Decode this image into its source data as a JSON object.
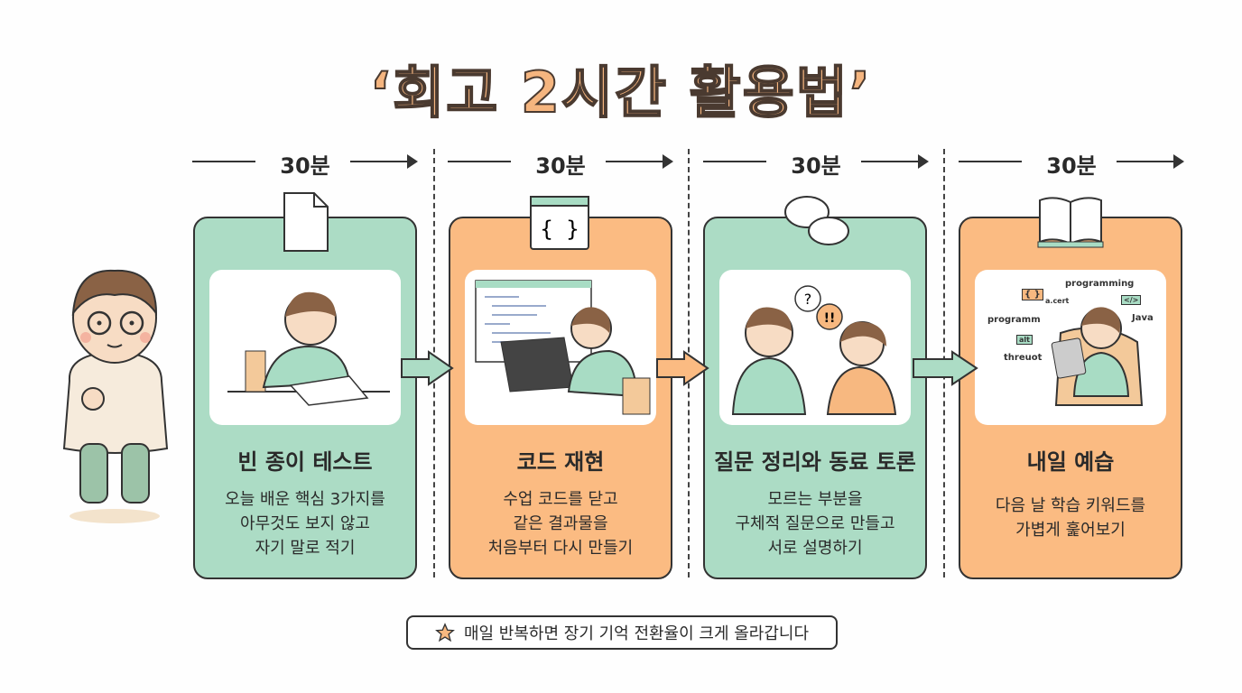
{
  "title": "‘회고 2시간 활용법’",
  "steps": [
    {
      "duration": "30분",
      "title": "빈 종이 테스트",
      "desc": [
        "오늘 배운 핵심 3가지를",
        "아무것도 보지 않고",
        "자기 말로 적기"
      ],
      "color": "#acdcc5",
      "icon": "blank-paper-icon"
    },
    {
      "duration": "30분",
      "title": "코드 재현",
      "desc": [
        "수업 코드를 닫고",
        "같은 결과물을",
        "처음부터 다시 만들기"
      ],
      "color": "#fbbb82",
      "icon": "code-window-icon"
    },
    {
      "duration": "30분",
      "title": "질문 정리와 동료 토론",
      "desc": [
        "모르는 부분을",
        "구체적 질문으로 만들고",
        "서로 설명하기"
      ],
      "color": "#acdcc5",
      "icon": "speech-bubbles-icon"
    },
    {
      "duration": "30분",
      "title": "내일 예습",
      "desc": [
        "다음 날 학습 키워드를",
        "가볍게 훑어보기"
      ],
      "color": "#fbbb82",
      "icon": "open-book-icon"
    }
  ],
  "illustrations": {
    "bubble1": "?",
    "bubble2": "!!",
    "keywords": [
      "programming",
      "a.cert",
      "programm",
      "Java",
      "threuot",
      "{ }",
      "</>",
      "alt"
    ]
  },
  "footer": {
    "icon": "star-icon",
    "text": "매일 반복하면 장기 기억 전환율이 크게 올라갑니다"
  }
}
